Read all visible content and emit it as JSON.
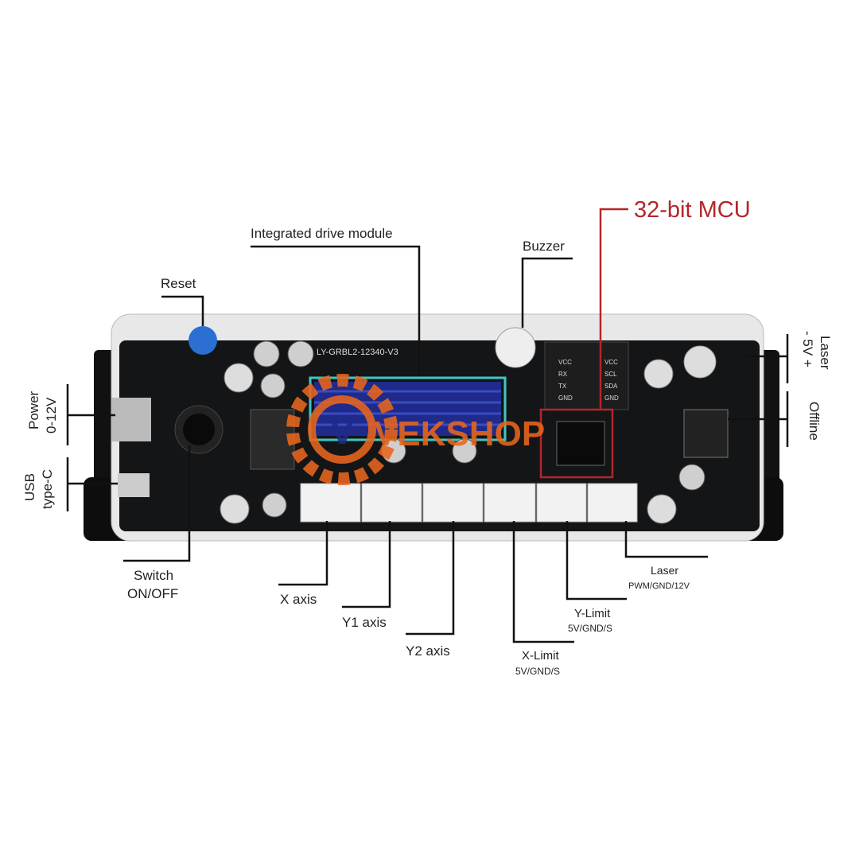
{
  "board": {
    "model": "LY-GRBL2-12340-V3",
    "watermark": "VEKSHOP",
    "left_pins": [
      "VCC",
      "RX",
      "TX",
      "GND"
    ],
    "right_pins": [
      "VCC",
      "SCL",
      "SDA",
      "GND"
    ]
  },
  "labels": {
    "drive_module": "Integrated drive module",
    "buzzer": "Buzzer",
    "mcu": "32-bit MCU",
    "reset": "Reset",
    "power_1": "Power",
    "power_2": "0-12V",
    "usb_1": "USB",
    "usb_2": "type-C",
    "laser_top_1": "Laser",
    "laser_top_2": "- 5V +",
    "offline": "Offline",
    "switch_1": "Switch",
    "switch_2": "ON/OFF",
    "x_axis": "X axis",
    "y1_axis": "Y1 axis",
    "y2_axis": "Y2 axis",
    "x_limit": "X-Limit",
    "x_limit_pins": "5V/GND/S",
    "y_limit": "Y-Limit",
    "y_limit_pins": "5V/GND/S",
    "laser": "Laser",
    "laser_pins": "PWM/GND/12V"
  },
  "colors": {
    "mcu_accent": "#b3262b",
    "heatsink": "#1f2a8a",
    "highlight": "#3fc7c0",
    "watermark": "#e8661e"
  }
}
